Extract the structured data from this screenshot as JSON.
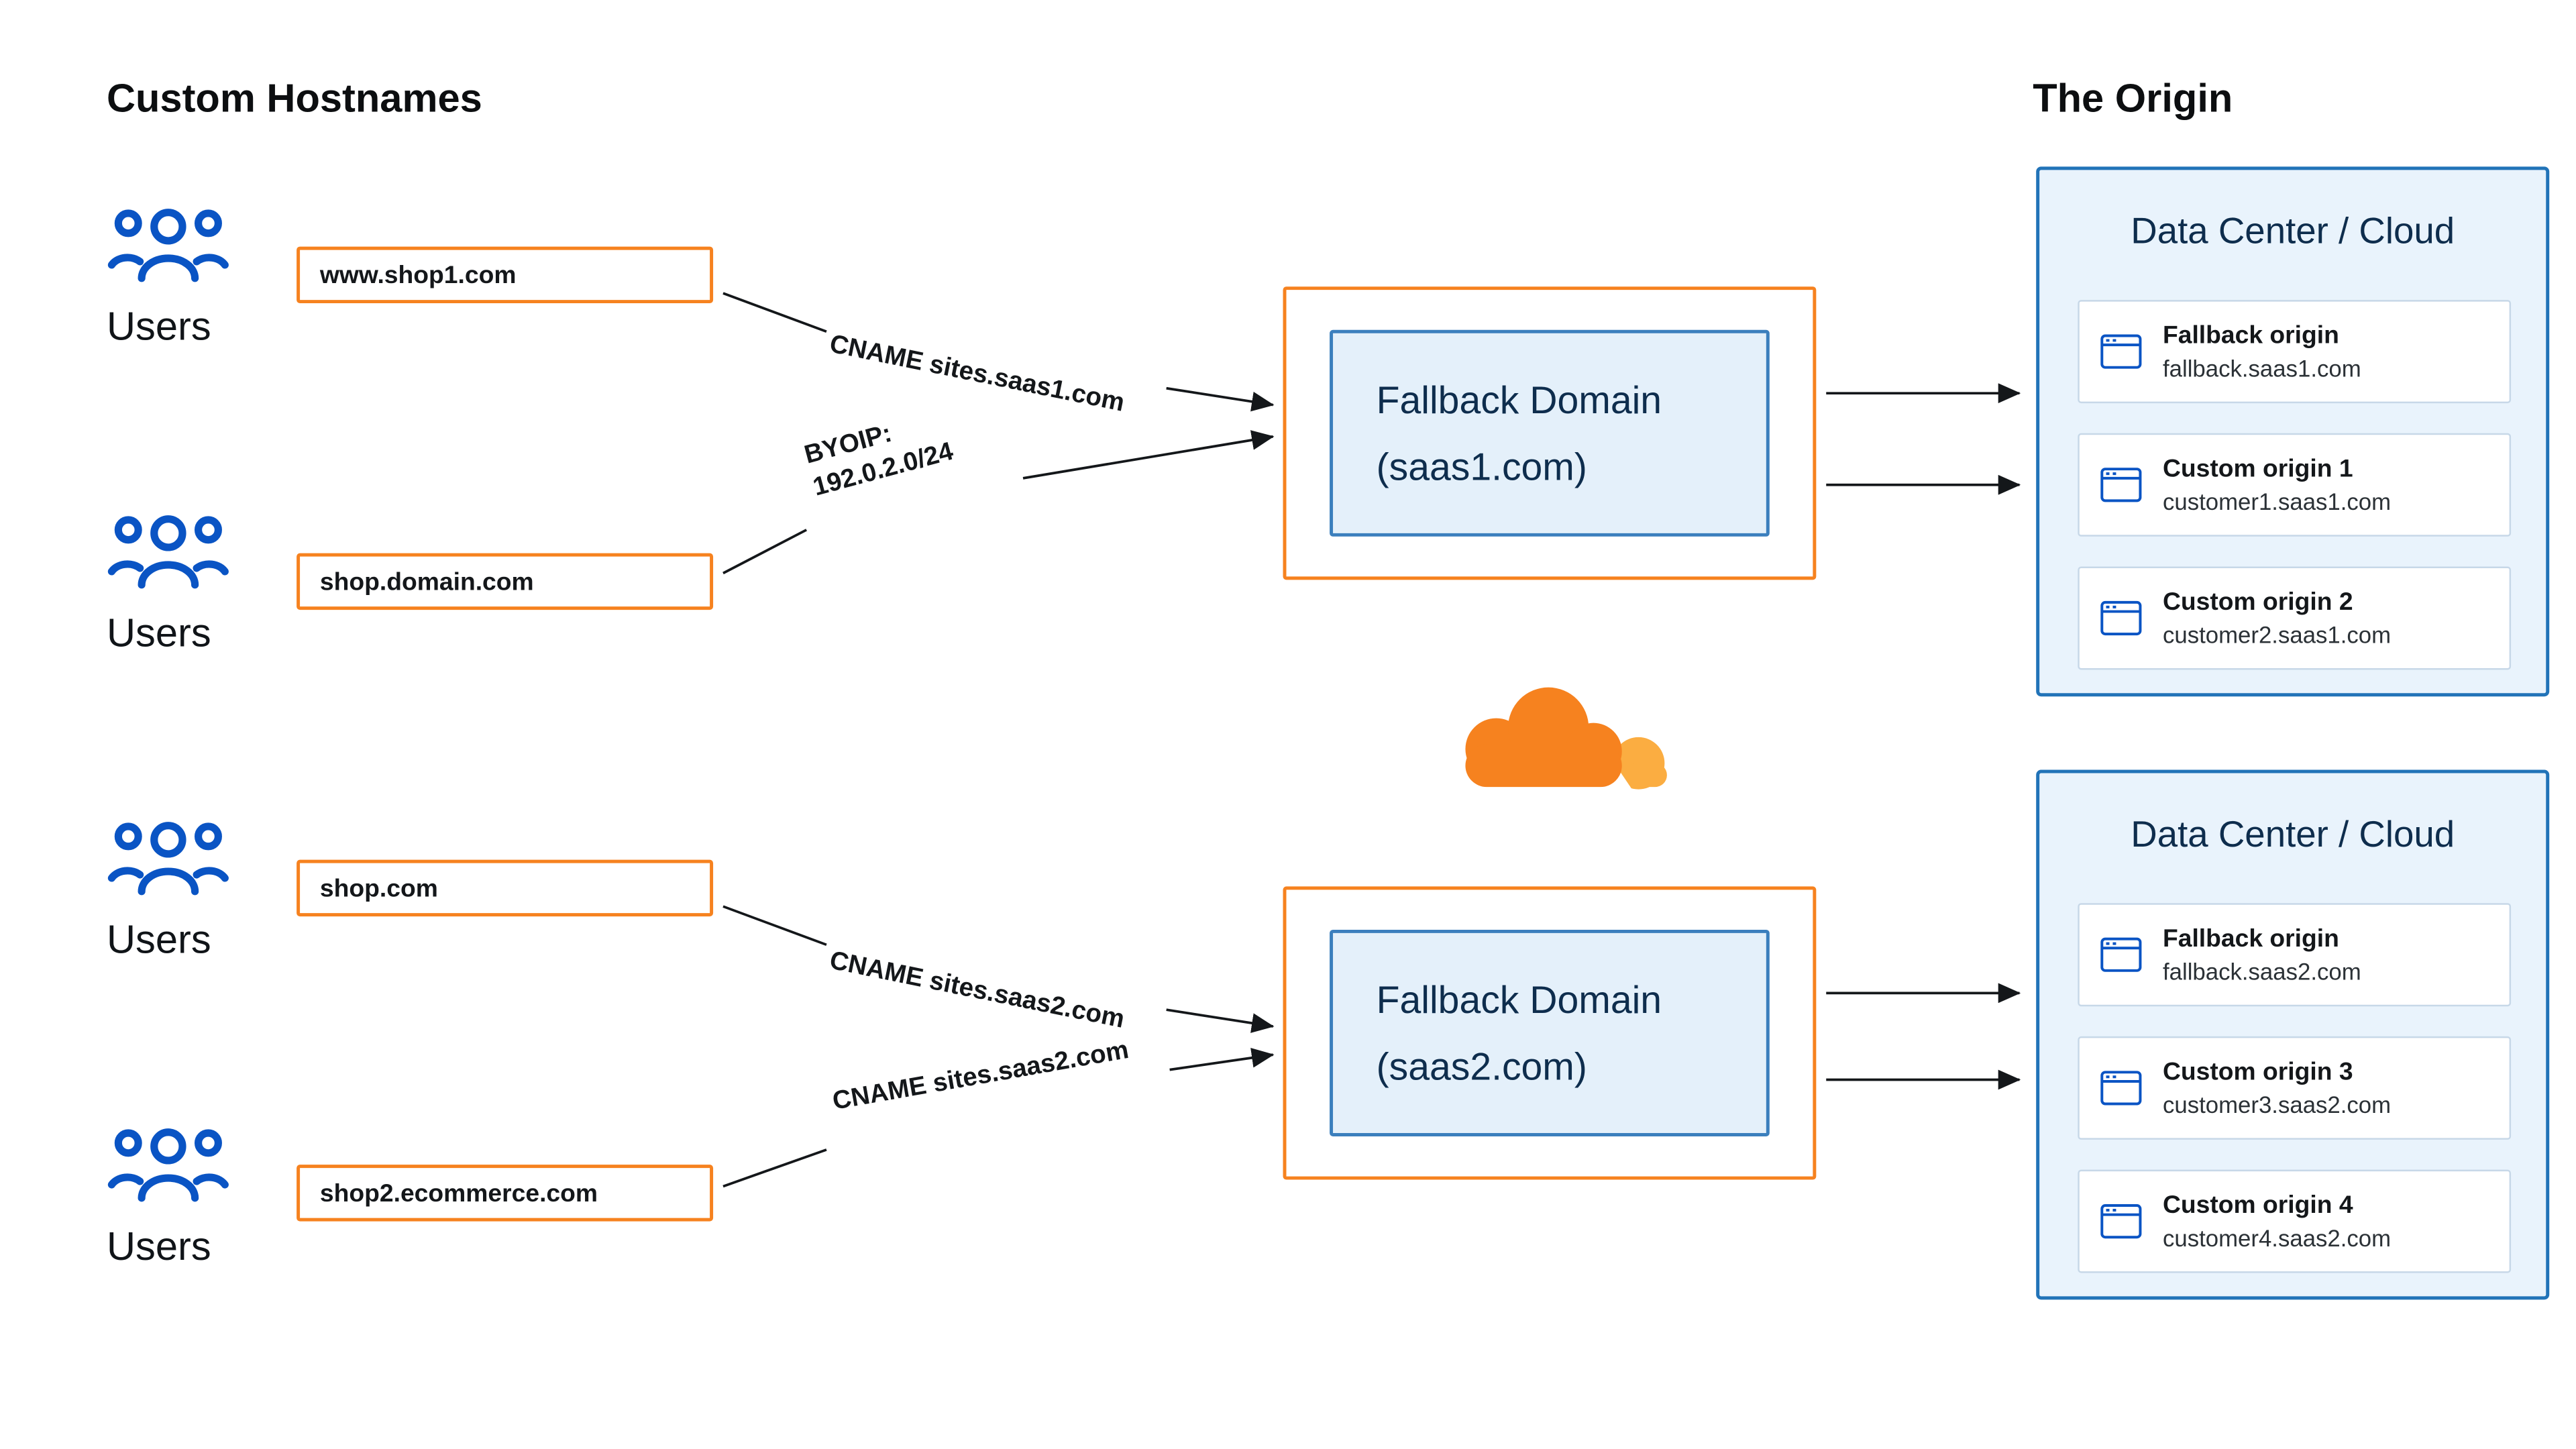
{
  "titles": {
    "left": "Custom Hostnames",
    "right": "The Origin"
  },
  "users_label": "Users",
  "hostnames": [
    "www.shop1.com",
    "shop.domain.com",
    "shop.com",
    "shop2.ecommerce.com"
  ],
  "connectors": {
    "cname_saas1": "CNAME sites.saas1.com",
    "byoip_line1": "BYOIP:",
    "byoip_line2": "192.0.2.0/24",
    "cname_saas2_top": "CNAME sites.saas2.com",
    "cname_saas2_bottom": "CNAME sites.saas2.com"
  },
  "fallbacks": [
    {
      "line1": "Fallback Domain",
      "line2": "(saas1.com)"
    },
    {
      "line1": "Fallback Domain",
      "line2": "(saas2.com)"
    }
  ],
  "datacenters": [
    {
      "title": "Data Center / Cloud",
      "origins": [
        {
          "name": "Fallback origin",
          "host": "fallback.saas1.com"
        },
        {
          "name": "Custom origin 1",
          "host": "customer1.saas1.com"
        },
        {
          "name": "Custom origin 2",
          "host": "customer2.saas1.com"
        }
      ]
    },
    {
      "title": "Data Center / Cloud",
      "origins": [
        {
          "name": "Fallback origin",
          "host": "fallback.saas2.com"
        },
        {
          "name": "Custom origin 3",
          "host": "customer3.saas2.com"
        },
        {
          "name": "Custom origin 4",
          "host": "customer4.saas2.com"
        }
      ]
    }
  ],
  "icons": {
    "users": "users-icon",
    "origin_server": "browser-window-icon",
    "logo": "cloudflare-logo"
  },
  "colors": {
    "orange": "#F6821F",
    "orange_light": "#FBAD41",
    "users_blue": "#0A54C4",
    "dc_border_blue": "#2173B8",
    "dc_fill_blue": "#E9F3FC",
    "fallback_fill_blue": "#E4F0FA",
    "fallback_border_blue": "#3B7FBD",
    "arrow_black": "#14171A",
    "text_navy": "#0E2D4D"
  }
}
